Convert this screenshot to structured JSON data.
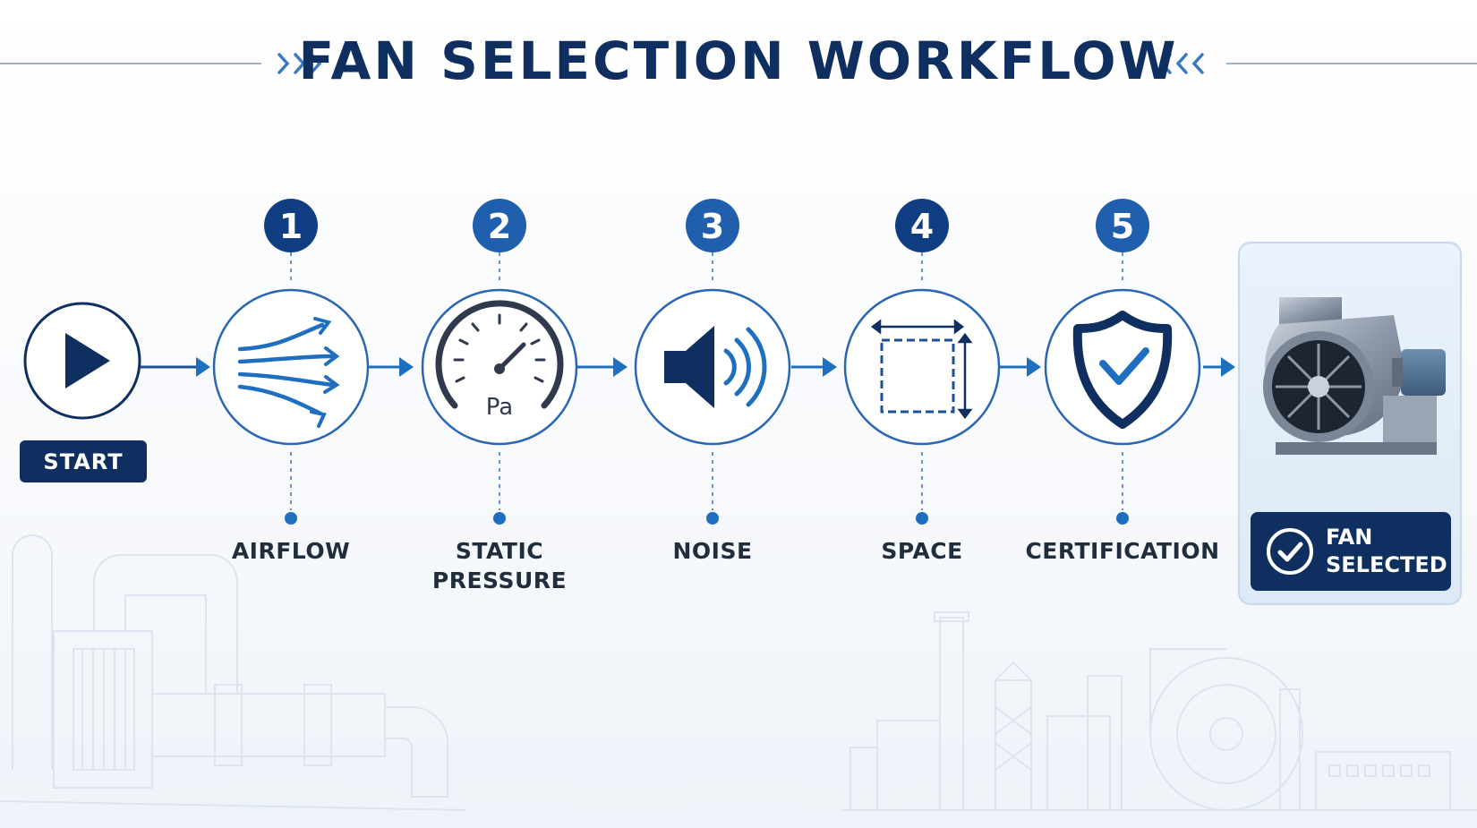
{
  "title": "FAN SELECTION WORKFLOW",
  "start_label": "START",
  "steps": [
    {
      "number": "1",
      "label_lines": [
        "AIRFLOW"
      ],
      "icon": "airflow-arrows-icon"
    },
    {
      "number": "2",
      "label_lines": [
        "STATIC",
        "PRESSURE"
      ],
      "icon": "pressure-gauge-icon",
      "icon_text": "Pa"
    },
    {
      "number": "3",
      "label_lines": [
        "NOISE"
      ],
      "icon": "speaker-icon"
    },
    {
      "number": "4",
      "label_lines": [
        "SPACE"
      ],
      "icon": "space-dimensions-icon"
    },
    {
      "number": "5",
      "label_lines": [
        "CERTIFICATION"
      ],
      "icon": "shield-check-icon"
    }
  ],
  "result": {
    "label_lines": [
      "FAN",
      "SELECTED"
    ],
    "icon": "check-circle-icon",
    "image": "centrifugal-fan-illustration"
  },
  "colors": {
    "navy": "#0f2f60",
    "accent_blue": "#1f6fc0",
    "circle_stroke": "#2a66b3",
    "text_dark": "#1f2d3d",
    "line_gray": "#9fb3c8"
  }
}
